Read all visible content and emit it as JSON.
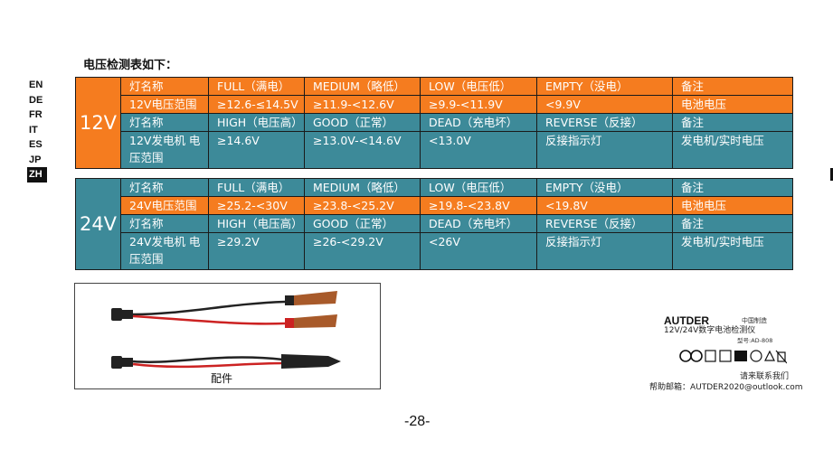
{
  "languages": [
    "EN",
    "DE",
    "FR",
    "IT",
    "ES",
    "JP",
    "ZH"
  ],
  "active_language": "ZH",
  "title": "电压检测表如下：",
  "table12": {
    "voltage": "12V",
    "rows": [
      [
        "灯名称",
        "FULL（满电）",
        "MEDIUM（略低）",
        "LOW（电压低）",
        "EMPTY（没电）",
        "备注"
      ],
      [
        "12V电压范围",
        "≥12.6-≤14.5V",
        "≥11.9-<12.6V",
        "≥9.9-<11.9V",
        "<9.9V",
        "电池电压"
      ],
      [
        "灯名称",
        "HIGH（电压高）",
        "GOOD（正常）",
        "DEAD（充电坏）",
        "REVERSE（反接）",
        "备注"
      ],
      [
        "12V发电机 电压范围",
        "≥14.6V",
        "≥13.0V-<14.6V",
        "<13.0V",
        "反接指示灯",
        "发电机/实时电压"
      ]
    ]
  },
  "table24": {
    "voltage": "24V",
    "rows": [
      [
        "灯名称",
        "FULL（满电）",
        "MEDIUM（略低）",
        "LOW（电压低）",
        "EMPTY（没电）",
        "备注"
      ],
      [
        "24V电压范围",
        "≥25.2-<30V",
        "≥23.8-<25.2V",
        "≥19.8-<23.8V",
        "<19.8V",
        "电池电压"
      ],
      [
        "灯名称",
        "HIGH（电压高）",
        "GOOD（正常）",
        "DEAD（充电坏）",
        "REVERSE（反接）",
        "备注"
      ],
      [
        "24V发电机 电压范围",
        "≥29.2V",
        "≥26-<29.2V",
        "<26V",
        "反接指示灯",
        "发电机/实时电压"
      ]
    ]
  },
  "accessories_label": "配件",
  "brand": {
    "name": "AUTDER",
    "made_in": "中国制造",
    "product": "12V/24V数字电池检测仪",
    "model": "型号:AD-808"
  },
  "contact": "请来联系我们",
  "email": "帮助邮箱：AUTDER2020@outlook.com",
  "page_number": "-28-",
  "colors": {
    "orange": "#f57c1f",
    "teal": "#3d8a99"
  }
}
